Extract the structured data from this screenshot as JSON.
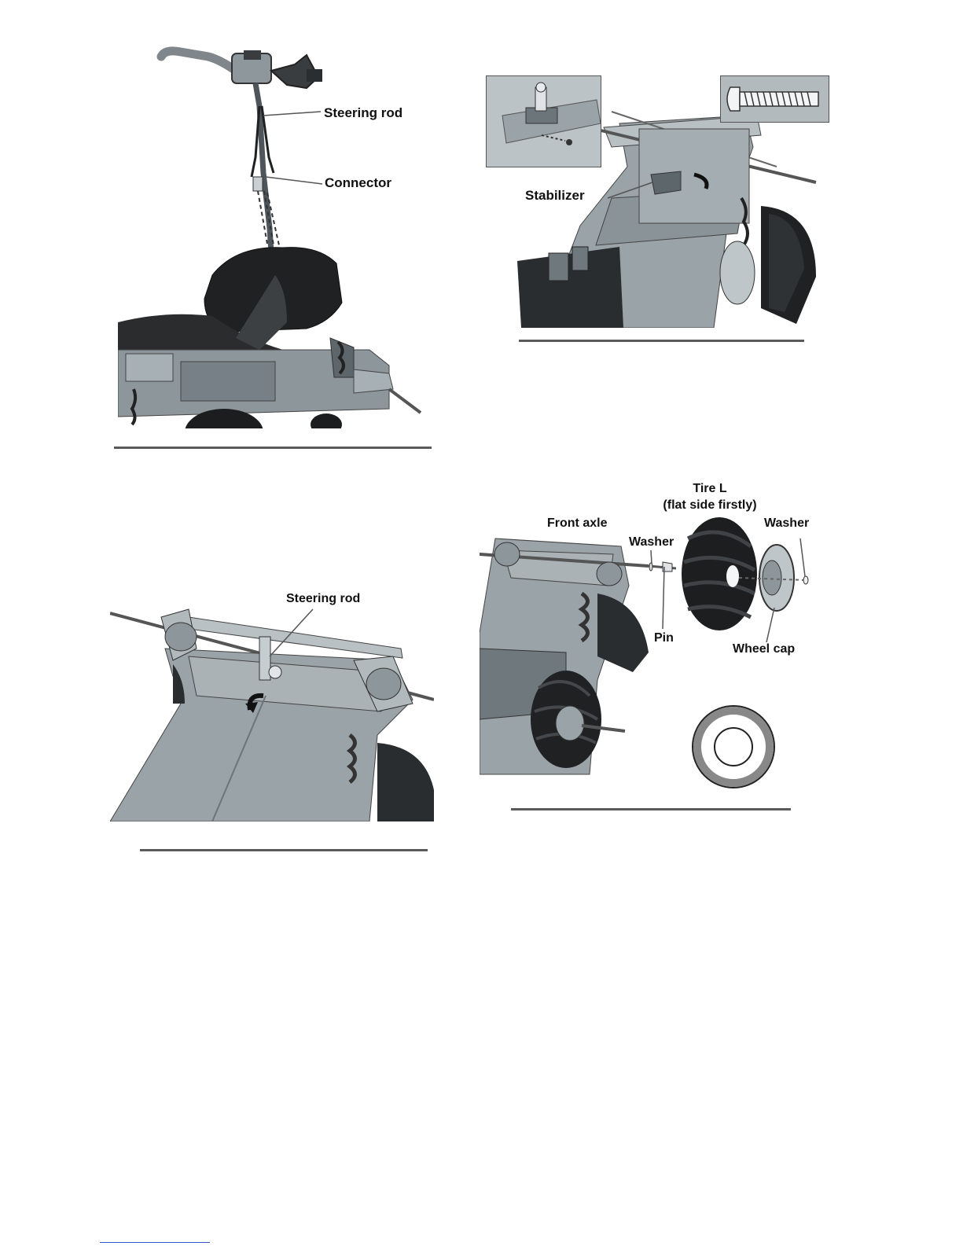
{
  "panels": {
    "top_left": {
      "labels": {
        "steering_rod": "Steering rod",
        "connector": "Connector"
      }
    },
    "top_right": {
      "labels": {
        "stabilizer": "Stabilizer"
      }
    },
    "bottom_left": {
      "labels": {
        "steering_rod": "Steering rod"
      }
    },
    "bottom_right": {
      "labels": {
        "tire_l": "Tire L",
        "tire_note": "(flat side firstly)",
        "front_axle": "Front axle",
        "washer_left": "Washer",
        "washer_right": "Washer",
        "pin": "Pin",
        "wheel_cap": "Wheel cap"
      }
    }
  },
  "colors": {
    "body": "#9aa3a8",
    "dark": "#2a2d30",
    "line": "#5a5a5a"
  }
}
